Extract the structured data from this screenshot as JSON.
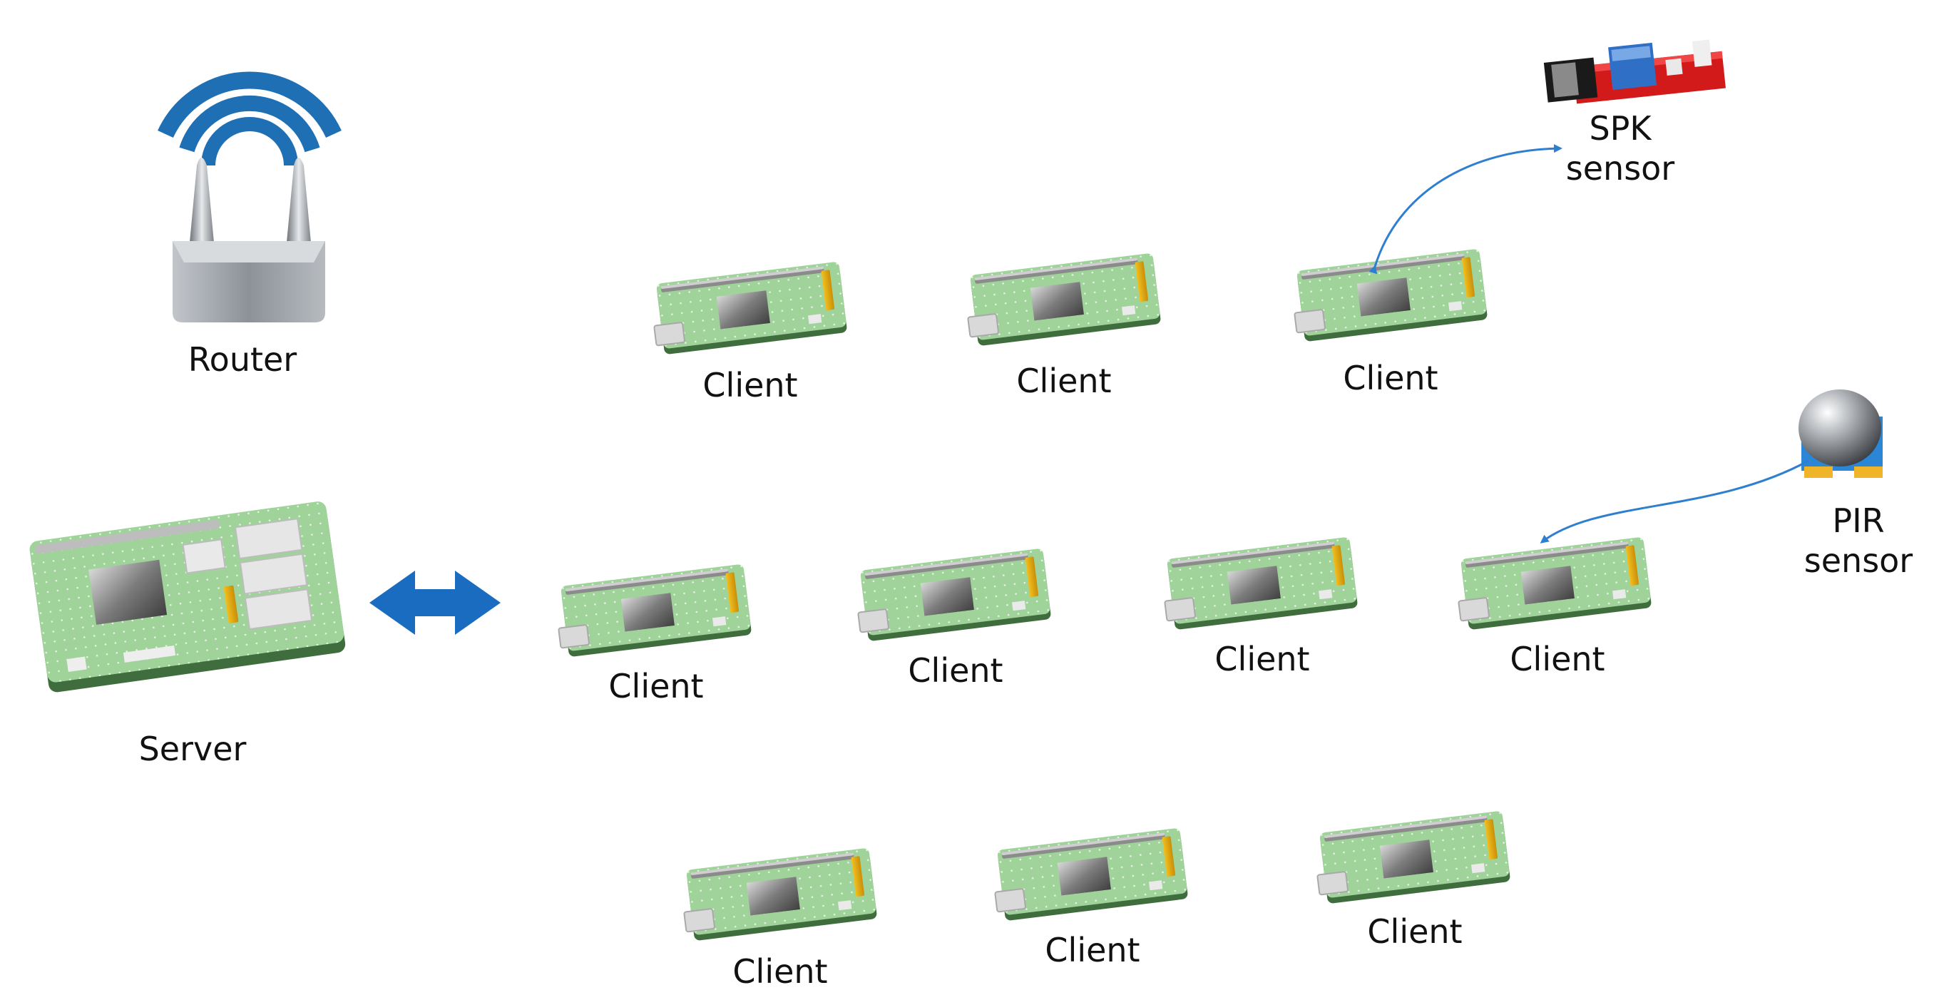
{
  "labels": {
    "router": "Router",
    "server": "Server",
    "client": "Client",
    "spk_line1": "SPK",
    "spk_line2": "sensor",
    "pir_line1": "PIR",
    "pir_line2": "sensor"
  },
  "colors": {
    "wifi_blue": "#1f6fb5",
    "arrow_blue": "#1a6cc0",
    "connector_blue": "#2f7fd0",
    "board_green": "#9fd39a",
    "board_edge": "#3f6d3d",
    "router_gray": "#9aa0a6",
    "spk_red": "#e02020",
    "pir_blue": "#2b86d6"
  },
  "icons": {
    "router": "wifi-router-icon",
    "server": "raspberry-pi-board-icon",
    "client": "raspberry-pi-zero-board-icon",
    "spk": "speaker-module-icon",
    "pir": "pir-motion-sensor-icon"
  }
}
